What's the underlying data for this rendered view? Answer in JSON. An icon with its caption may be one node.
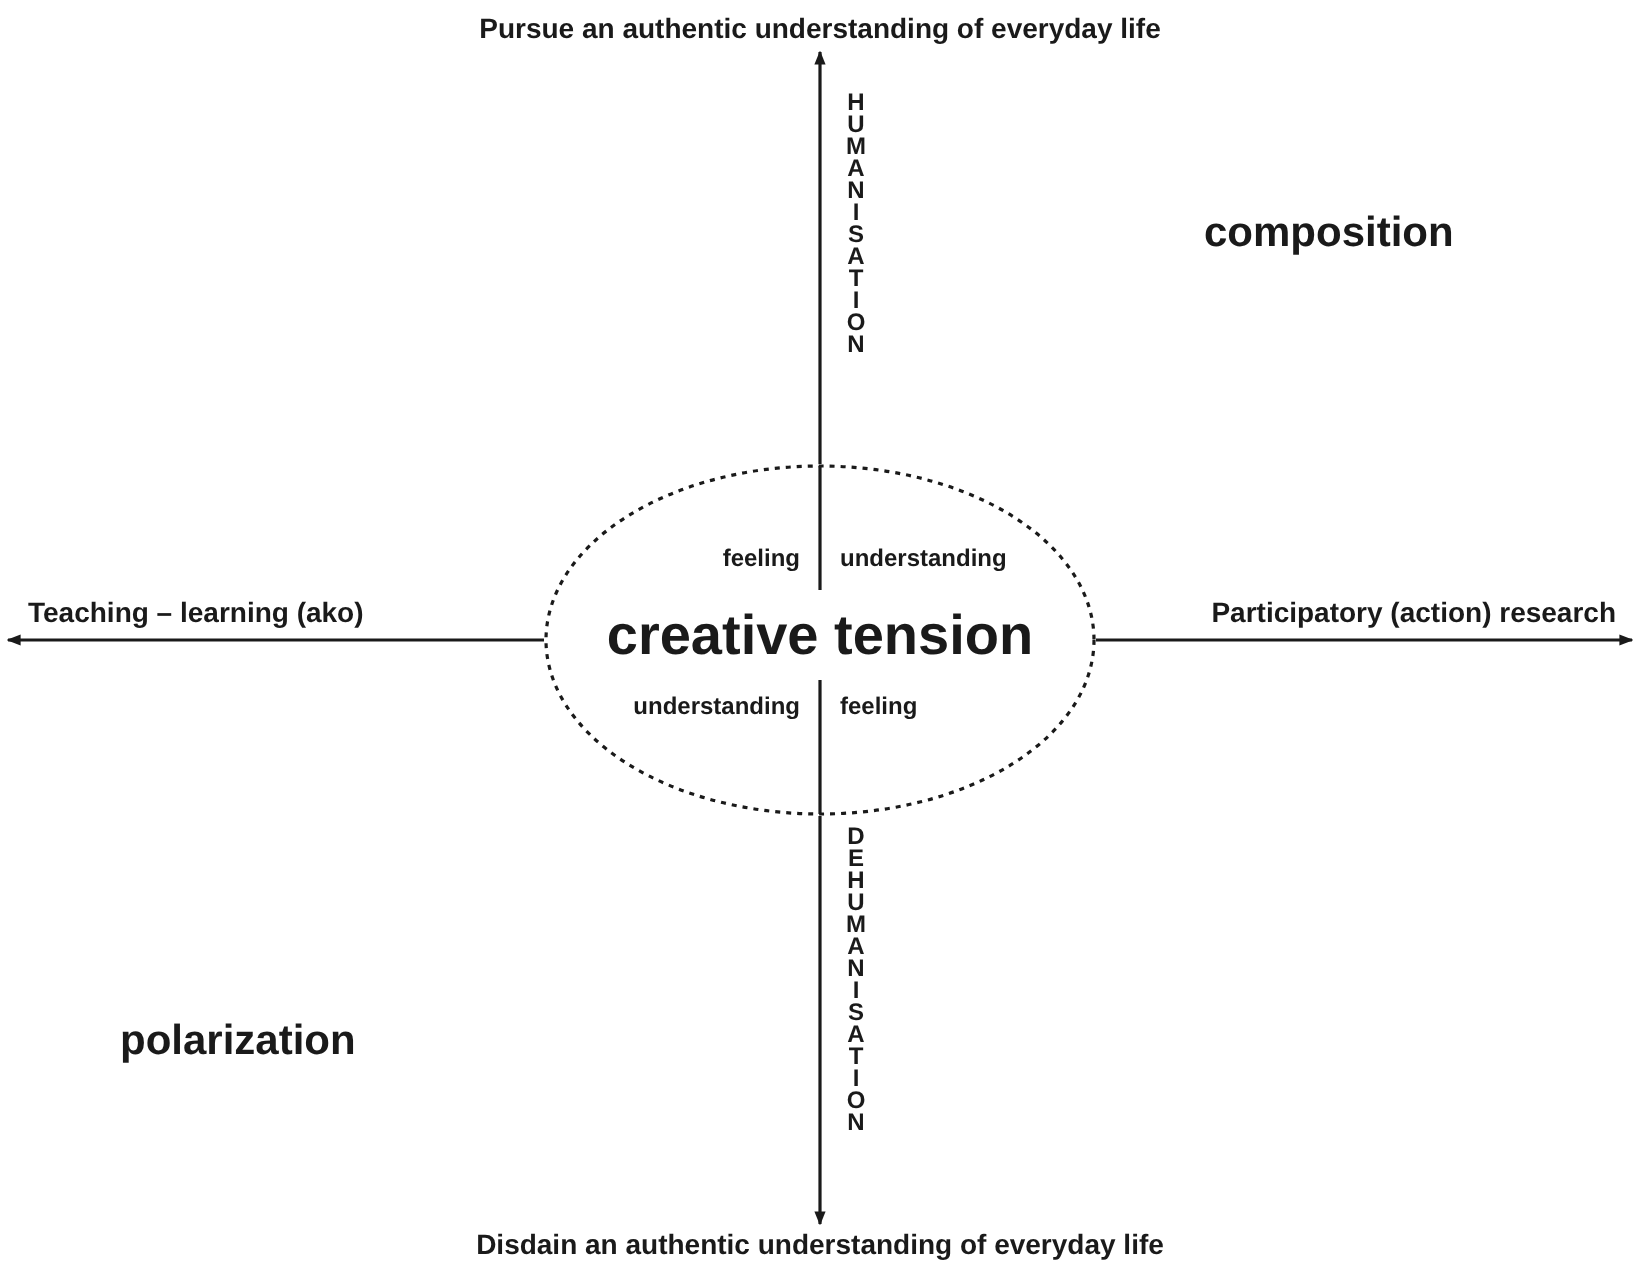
{
  "diagram": {
    "nodes": [
      {
        "text": [
          "creative tension",
          "feeling",
          "understanding",
          "understanding",
          "feeling"
        ]
      },
      {
        "text": [
          "Pursue an authentic understanding of everyday life"
        ]
      },
      {
        "text": [
          "Disdain an authentic understanding of everyday life"
        ]
      },
      {
        "text": [
          "Teaching – learning (ako)"
        ]
      },
      {
        "text": [
          "Participatory (action) research"
        ]
      }
    ],
    "edges": [
      {
        "from": 0,
        "to": 1,
        "arrow": "to"
      },
      {
        "from": 0,
        "to": 2,
        "arrow": "to"
      },
      {
        "from": 0,
        "to": 3,
        "arrow": "to"
      },
      {
        "from": 0,
        "to": 4,
        "arrow": "to"
      }
    ],
    "labels": [
      "HUMANISATION",
      "composition",
      "DEHUMANISATION",
      "polarization"
    ]
  }
}
